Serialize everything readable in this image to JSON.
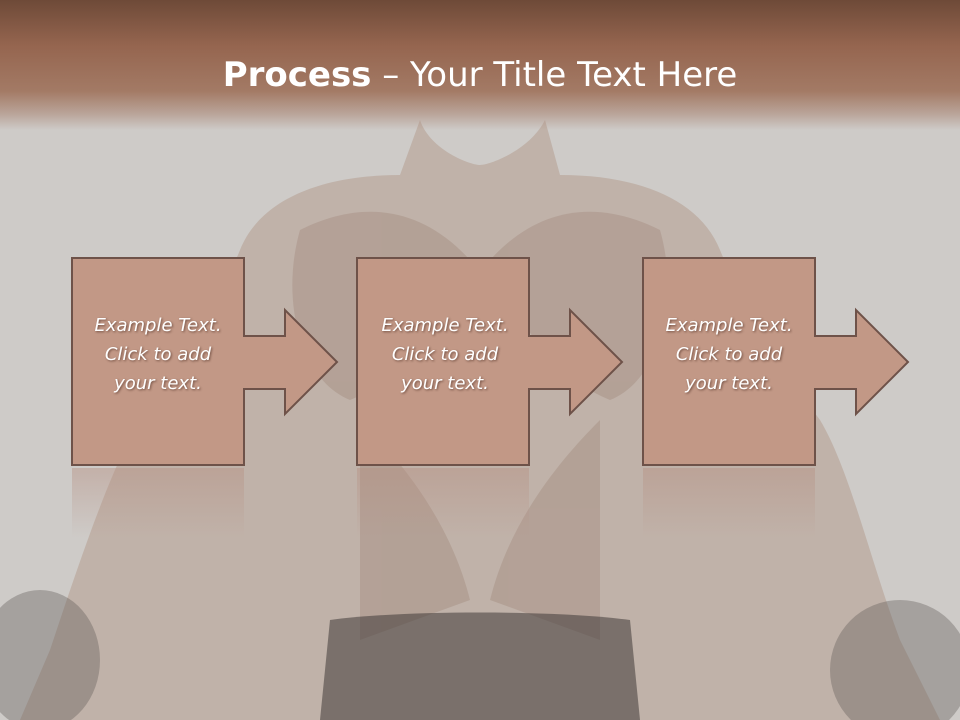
{
  "title": {
    "strong": "Process",
    "rest": " – Your Title Text Here"
  },
  "steps": [
    {
      "lines": [
        "Example Text.",
        "Click  to add",
        "your text."
      ]
    },
    {
      "lines": [
        "Example Text.",
        "Click  to add",
        "your text."
      ]
    },
    {
      "lines": [
        "Example Text.",
        "Click  to add",
        "your text."
      ]
    }
  ],
  "colors": {
    "title_band": "#95654f",
    "box_fill": "#c29886",
    "box_stroke": "#6e5249",
    "background": "#cfcdca"
  }
}
